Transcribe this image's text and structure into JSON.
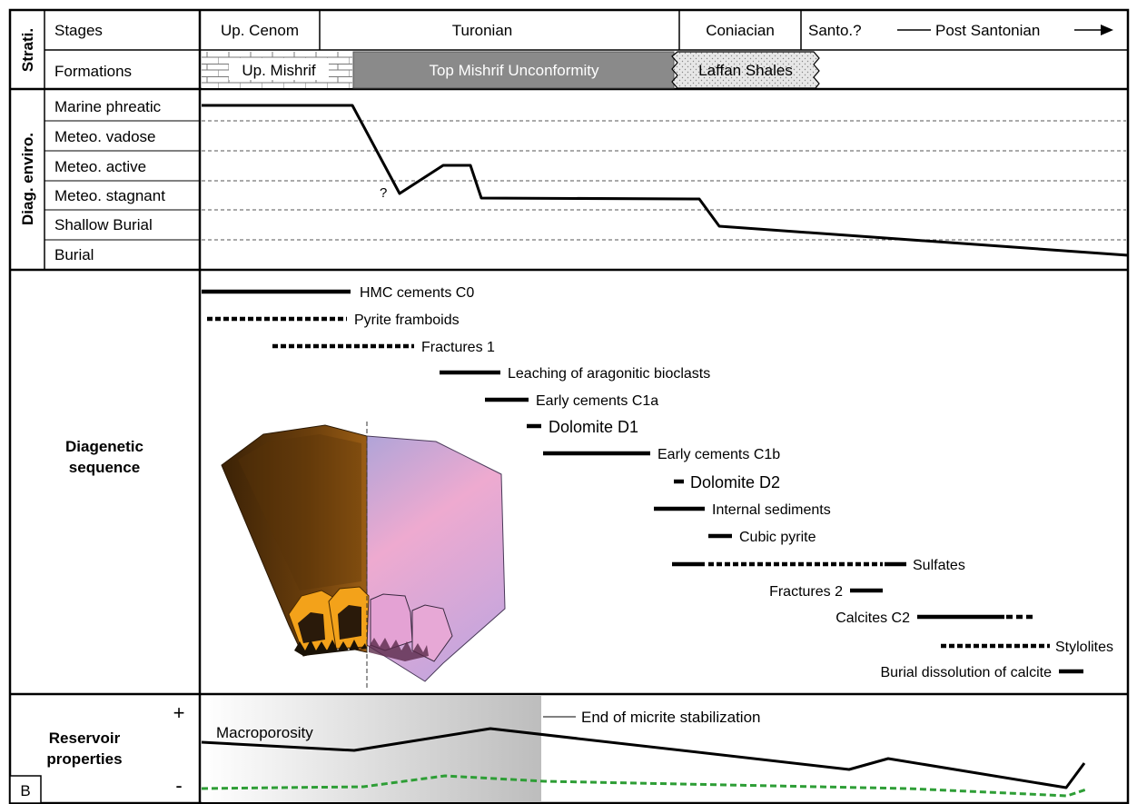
{
  "strat": {
    "section_label": "Strati.",
    "stages_label": "Stages",
    "formations_label": "Formations",
    "stages": [
      "Up. Cenom",
      "Turonian",
      "Coniacian",
      "Santo.?",
      "Post Santonian"
    ],
    "formations": [
      "Up. Mishrif",
      "Top Mishrif Unconformity",
      "Laffan Shales"
    ]
  },
  "diag_env": {
    "section_label": "Diag. enviro.",
    "levels": [
      "Marine phreatic",
      "Meteo. vadose",
      "Meteo. active",
      "Meteo. stagnant",
      "Shallow Burial",
      "Burial"
    ],
    "question_mark": "?"
  },
  "sequence": {
    "section_label_line1": "Diagenetic",
    "section_label_line2": "sequence",
    "events": [
      "HMC cements C0",
      "Pyrite framboids",
      "Fractures 1",
      "Leaching of aragonitic bioclasts",
      "Early cements C1a",
      "Dolomite D1",
      "Early cements C1b",
      "Dolomite D2",
      "Internal sediments",
      "Cubic pyrite",
      "Sulfates",
      "Fractures 2",
      "Calcites C2",
      "Stylolites",
      "Burial dissolution of calcite"
    ]
  },
  "reservoir": {
    "section_label_line1": "Reservoir",
    "section_label_line2": "properties",
    "plus": "+",
    "minus": "-",
    "panel_letter": "B",
    "macroporosity": "Macroporosity",
    "micrite_note": "End of micrite stabilization"
  },
  "colors": {
    "unconformity": "#8a8a8a",
    "laffan": "#e6e6e6",
    "microporosity_line": "#2e9e36",
    "grain_brown": "#7a4a12",
    "grain_pink": "#e8a6c9",
    "cement_orange": "#f3a21a"
  }
}
